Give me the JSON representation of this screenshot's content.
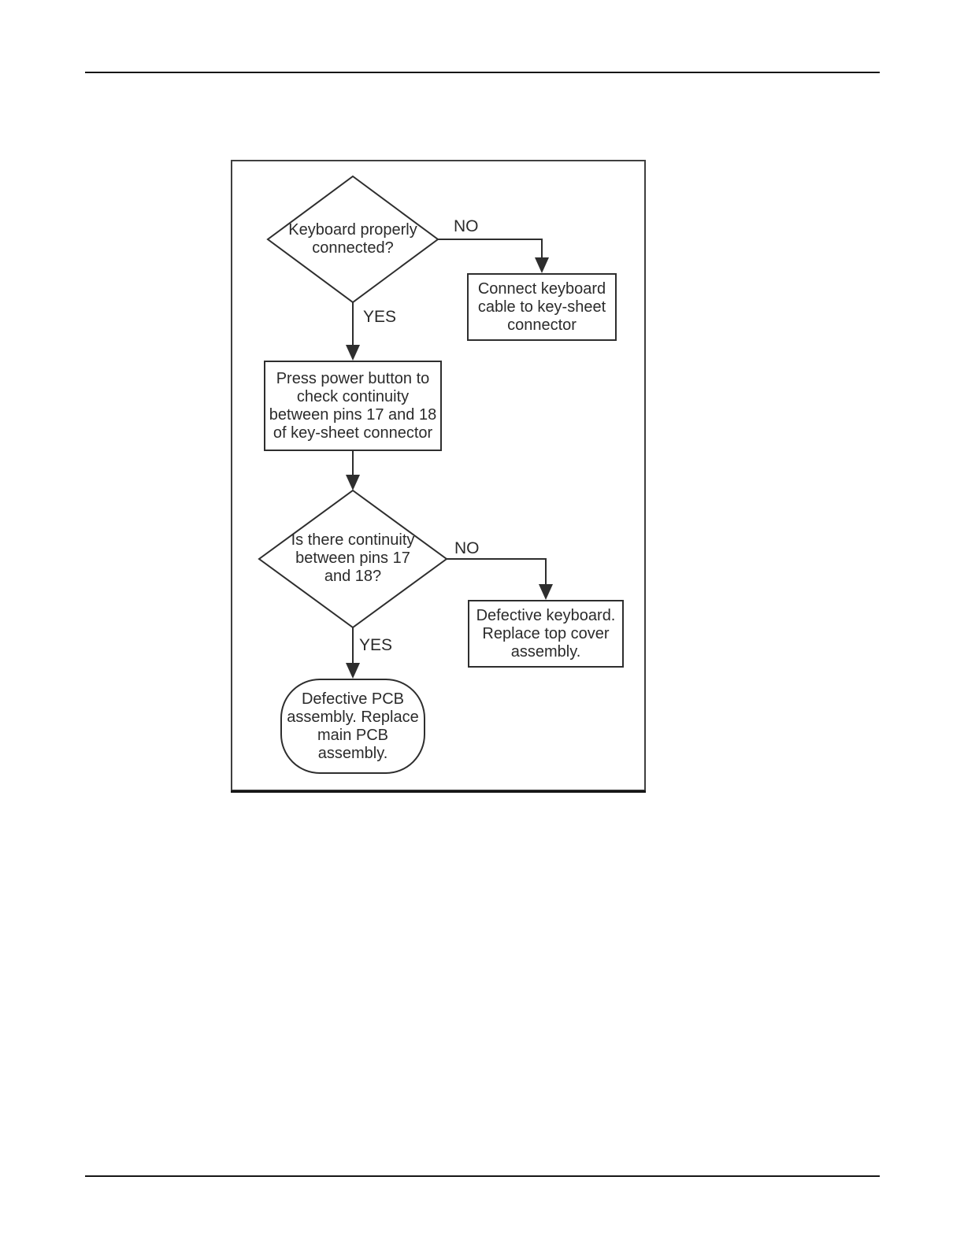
{
  "flowchart": {
    "decision1": {
      "lines": [
        "Keyboard properly",
        "connected?"
      ]
    },
    "branch1": {
      "no_label": "NO",
      "yes_label": "YES"
    },
    "connect_box": {
      "lines": [
        "Connect keyboard",
        "cable to key-sheet",
        "connector"
      ]
    },
    "press_box": {
      "lines": [
        "Press power button to",
        "check continuity",
        "between pins 17 and 18",
        "of key-sheet connector"
      ]
    },
    "decision2": {
      "lines": [
        "Is there continuity",
        "between pins 17",
        "and 18?"
      ]
    },
    "branch2": {
      "no_label": "NO",
      "yes_label": "YES"
    },
    "defective_keyboard_box": {
      "lines": [
        "Defective keyboard.",
        "Replace top cover",
        "assembly."
      ]
    },
    "defective_pcb_terminal": {
      "lines": [
        "Defective PCB",
        "assembly. Replace",
        "main PCB",
        "assembly."
      ]
    }
  },
  "colors": {
    "stroke": "#2e2e2e",
    "frame_border": "#3f3f3f",
    "frame_shadow": "#161616",
    "text": "#2b2b2b",
    "rule": "#161616",
    "background": "#ffffff"
  }
}
